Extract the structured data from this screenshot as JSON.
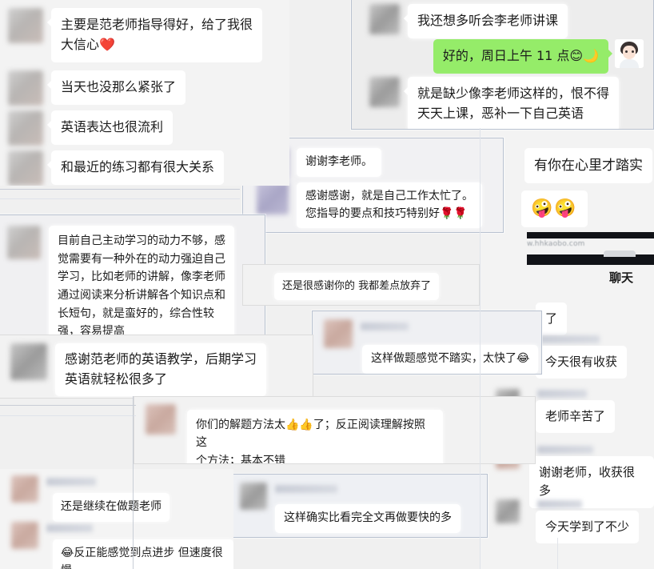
{
  "meta": {
    "app": "WeChat",
    "capture_style": "collage of overlapping chat screenshots",
    "accent_green": "#95ec69",
    "bubble_white": "#ffffff",
    "panel_bg": "#f2f2f2"
  },
  "watermark": "w.hhkaobo.com",
  "chat_label": "聊天",
  "panels": {
    "top_left": {
      "messages": [
        {
          "text": "主要是范老师指导得好，给了我很\n大信心❤️"
        },
        {
          "text": "当天也没那么紧张了"
        },
        {
          "text": "英语表达也很流利"
        },
        {
          "text": "和最近的练习都有很大关系"
        }
      ]
    },
    "top_right": {
      "messages": [
        {
          "side": "left",
          "text": "我还想多听会李老师讲课"
        },
        {
          "side": "right",
          "text": "好的，周日上午 11 点😊🌙"
        },
        {
          "side": "left",
          "text": "就是缺少像李老师这样的，恨不得\n天天上课，恶补一下自己英语"
        }
      ]
    },
    "thanks_li": {
      "messages": [
        {
          "text": "谢谢李老师。"
        },
        {
          "text": "感谢感谢，就是自己工作太忙了。\n您指导的要点和技巧特别好🌹🌹"
        }
      ]
    },
    "motivation": {
      "messages": [
        {
          "text": "目前自己主动学习的动力不够，感\n觉需要有一种外在的动力强迫自己\n学习，比如老师的讲解，像李老师\n通过阅读来分析讲解各个知识点和\n长短句，就是蛮好的，综合性较\n强，容易提高"
        }
      ]
    },
    "heart_right": {
      "messages": [
        {
          "text": "有你在心里才踏实"
        },
        {
          "text": "🤪🤪",
          "emoji_only": true
        }
      ]
    },
    "almost_gave_up": {
      "messages": [
        {
          "text": "还是很感谢你的 我都差点放弃了"
        }
      ]
    },
    "not_solid": {
      "messages": [
        {
          "text": "这样做题感觉不踏实，太快了😂"
        }
      ]
    },
    "fan_teacher": {
      "messages": [
        {
          "text": "感谢范老师的英语教学，后期学习\n英语就轻松很多了"
        }
      ]
    },
    "method": {
      "messages": [
        {
          "text": "你们的解题方法太👍👍了；反正阅读理解按照这\n个方法；基本不错"
        }
      ]
    },
    "faster": {
      "messages": [
        {
          "text": "这样确实比看完全文再做要快的多"
        }
      ]
    },
    "bottom_left": {
      "messages": [
        {
          "text": "还是继续在做题老师"
        },
        {
          "text": "😂反正能感觉到点进步 但速度很慢"
        }
      ]
    },
    "right_column": {
      "messages": [
        {
          "text": "了"
        },
        {
          "text": "今天很有收获"
        },
        {
          "text": "老师辛苦了"
        },
        {
          "text": "谢谢老师，收获很多"
        },
        {
          "text": "今天学到了不少"
        }
      ]
    }
  }
}
